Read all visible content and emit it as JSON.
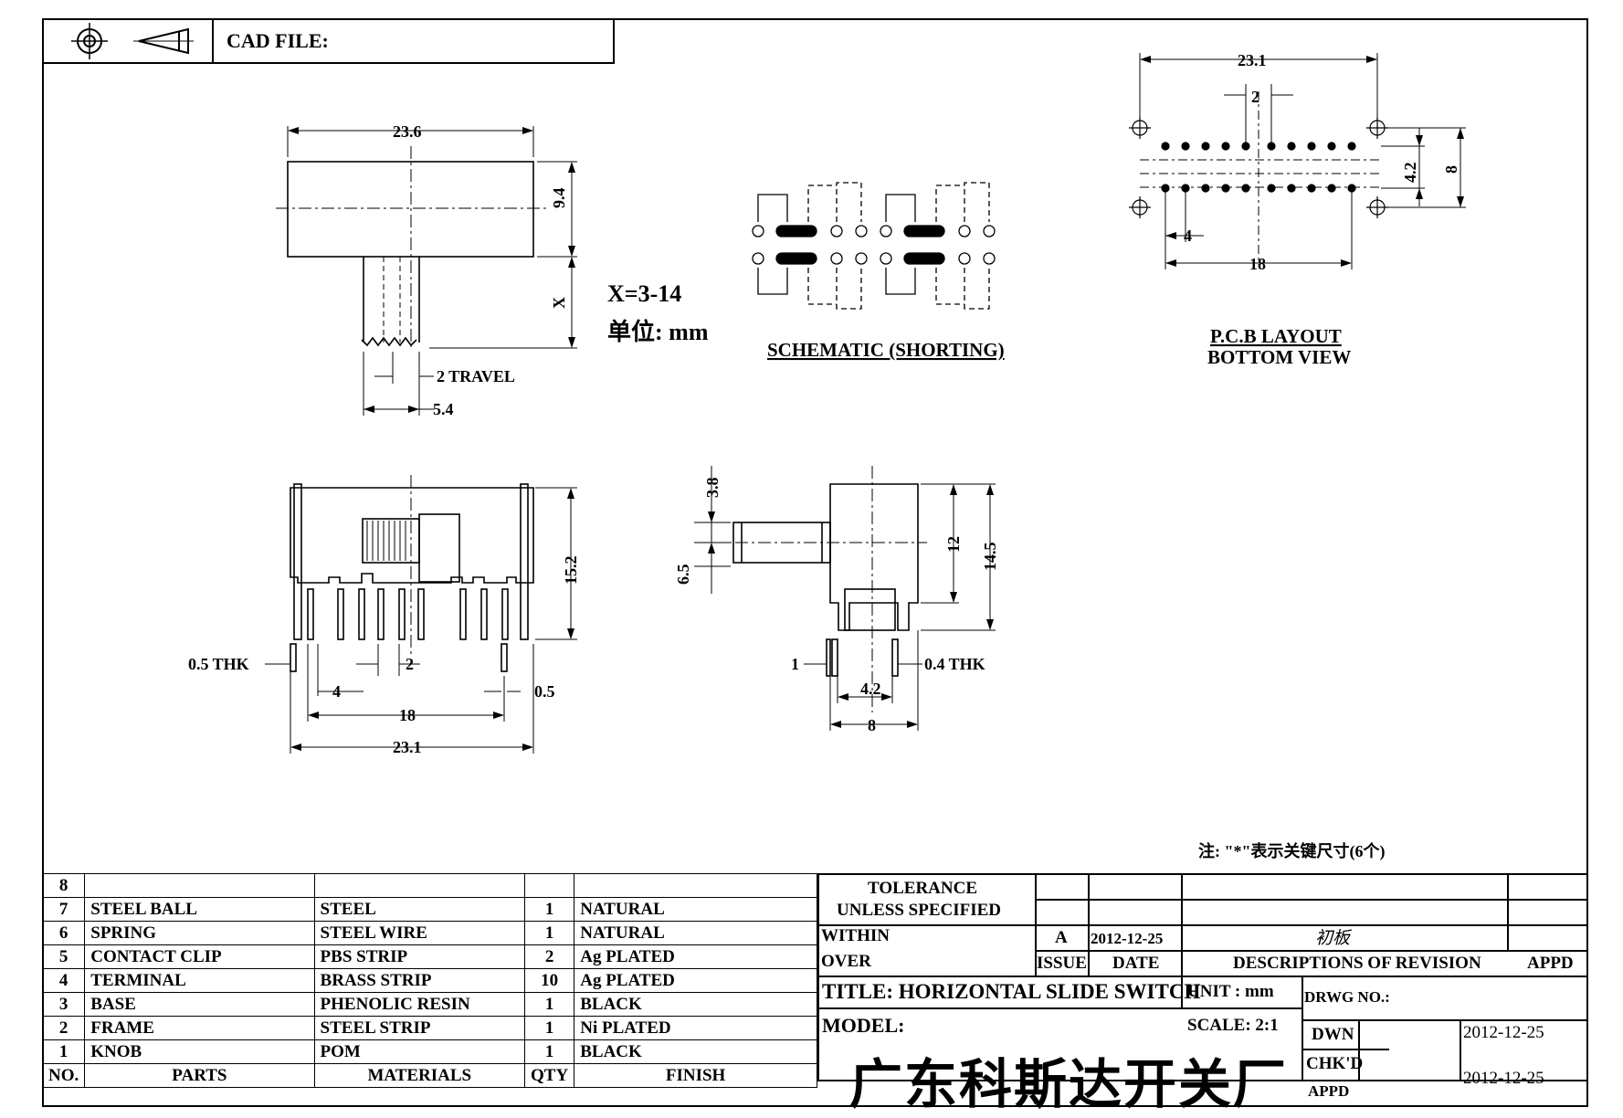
{
  "header": {
    "cad_label": "CAD FILE:",
    "projection_symbol": "first-angle-projection-icon"
  },
  "top_view": {
    "width_dim": "23.6",
    "height_dim": "9.4",
    "x_dim": "X",
    "travel": "2 TRAVEL",
    "stem_dim": "5.4",
    "x_range": "X=3-14",
    "unit_note": "单位: mm"
  },
  "schematic": {
    "label": "SCHEMATIC (SHORTING)"
  },
  "pcb": {
    "label_line1": "P.C.B LAYOUT",
    "label_line2": "BOTTOM VIEW",
    "dim_23_1": "23.1",
    "dim_2": "2",
    "dim_4_2": "4.2",
    "dim_8": "8",
    "dim_4": "4",
    "dim_18": "18"
  },
  "front_view": {
    "thk": "0.5 THK",
    "dim_2": "2",
    "dim_4": "4",
    "dim_0_5": "0.5",
    "dim_18": "18",
    "dim_23_1": "23.1",
    "dim_15_2": "15.2"
  },
  "side_view": {
    "dim_3_8": "3.8",
    "dim_6_5": "6.5",
    "dim_12": "12",
    "dim_14_5": "14.5",
    "dim_1": "1",
    "thk": "0.4 THK",
    "dim_4_2": "4.2",
    "dim_8": "8"
  },
  "note": "注: \"*\"表示关键尺寸(6个)",
  "bom": {
    "rows": [
      {
        "no": "8",
        "part": "",
        "material": "",
        "qty": "",
        "finish": ""
      },
      {
        "no": "7",
        "part": "STEEL BALL",
        "material": "STEEL",
        "qty": "1",
        "finish": "NATURAL"
      },
      {
        "no": "6",
        "part": "SPRING",
        "material": "STEEL WIRE",
        "qty": "1",
        "finish": "NATURAL"
      },
      {
        "no": "5",
        "part": "CONTACT CLIP",
        "material": "PBS STRIP",
        "qty": "2",
        "finish": "Ag PLATED"
      },
      {
        "no": "4",
        "part": "TERMINAL",
        "material": "BRASS STRIP",
        "qty": "10",
        "finish": "Ag PLATED"
      },
      {
        "no": "3",
        "part": "BASE",
        "material": "PHENOLIC RESIN",
        "qty": "1",
        "finish": "BLACK"
      },
      {
        "no": "2",
        "part": "FRAME",
        "material": "STEEL STRIP",
        "qty": "1",
        "finish": "Ni PLATED"
      },
      {
        "no": "1",
        "part": "KNOB",
        "material": "POM",
        "qty": "1",
        "finish": "BLACK"
      }
    ],
    "header": {
      "no": "NO.",
      "part": "PARTS",
      "material": "MATERIALS",
      "qty": "QTY",
      "finish": "FINISH"
    }
  },
  "title_block": {
    "tolerance": "TOLERANCE",
    "unless": "UNLESS  SPECIFIED",
    "within": "WITHIN",
    "over": "OVER",
    "issue_letter": "A",
    "issue_date": "2012-12-25",
    "revision_text": "初板",
    "issue": "ISSUE",
    "date": "DATE",
    "desc": "DESCRIPTIONS OF REVISION",
    "appd": "APPD",
    "title": "TITLE: HORIZONTAL SLIDE SWITCH",
    "unit": "UNIT : mm",
    "drwg_no": "DRWG NO.:",
    "model": "MODEL:",
    "scale": "SCALE: 2:1",
    "dwn": "DWN",
    "dwn_date": "2012-12-25",
    "chkd": "CHK'D",
    "appd2": "APPD",
    "chk_date": "2012-12-25",
    "company": "广东科斯达开关厂"
  }
}
